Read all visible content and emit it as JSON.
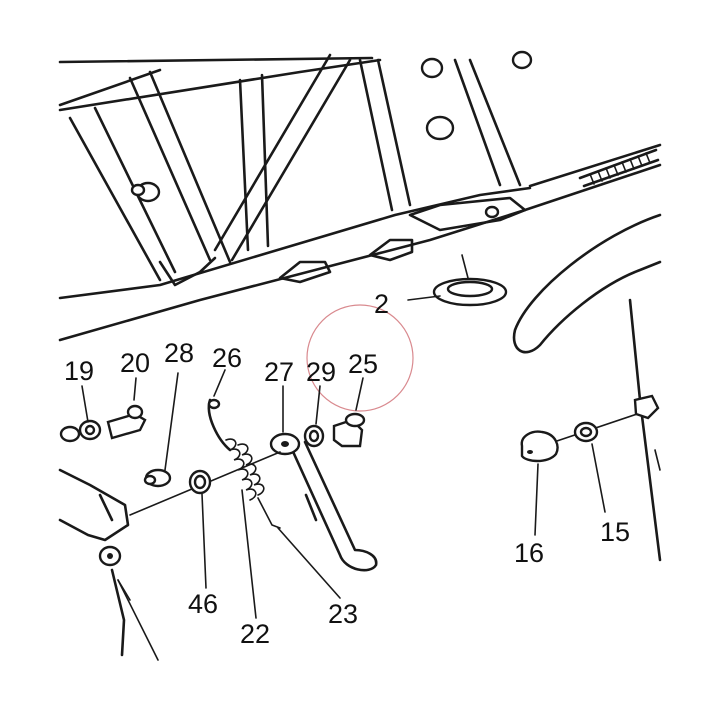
{
  "diagram": {
    "callout_labels": [
      {
        "id": "2",
        "text": "2"
      },
      {
        "id": "15",
        "text": "15"
      },
      {
        "id": "16",
        "text": "16"
      },
      {
        "id": "19",
        "text": "19"
      },
      {
        "id": "20",
        "text": "20"
      },
      {
        "id": "22",
        "text": "22"
      },
      {
        "id": "23",
        "text": "23"
      },
      {
        "id": "25",
        "text": "25"
      },
      {
        "id": "26",
        "text": "26"
      },
      {
        "id": "27",
        "text": "27"
      },
      {
        "id": "28",
        "text": "28"
      },
      {
        "id": "29",
        "text": "29"
      },
      {
        "id": "46",
        "text": "46"
      }
    ],
    "highlight_color": "#d98a8f",
    "line_color": "#1a1a1a"
  }
}
